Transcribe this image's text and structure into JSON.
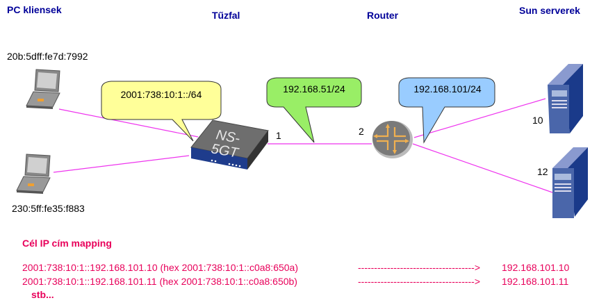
{
  "headings": {
    "pc_clients": "PC kliensek",
    "firewall": "Tűzfal",
    "router": "Router",
    "servers": "Sun serverek"
  },
  "clients": [
    {
      "address": "20b:5dff:fe7d:7992",
      "icon": "laptop-icon"
    },
    {
      "address": "230:5ff:fe35:f883",
      "icon": "laptop-icon"
    }
  ],
  "firewall_device": {
    "label_line1": "NS-",
    "label_line2": "5GT",
    "icon": "firewall-appliance-icon"
  },
  "router_device": {
    "icon": "router-icon"
  },
  "servers": [
    {
      "number": "10",
      "icon": "server-tower-icon"
    },
    {
      "number": "12",
      "icon": "server-tower-icon"
    }
  ],
  "ports": {
    "firewall_port": "1",
    "router_port": "2"
  },
  "bubbles": {
    "ipv6_prefix": {
      "text": "2001:738:10:1::/64",
      "color": "#ffff99"
    },
    "transit_net": {
      "text": "192.168.51/24",
      "color": "#99ee66"
    },
    "server_net": {
      "text": "192.168.101/24",
      "color": "#99ccff"
    }
  },
  "colors": {
    "link": "#ee33ee",
    "heading": "#000099",
    "mapping": "#e8005a"
  },
  "mapping": {
    "title": "Cél IP cím mapping",
    "rows": [
      {
        "source": "2001:738:10:1::192.168.101.10 (hex 2001:738:10:1::c0a8:650a)",
        "arrow": "------------------------------------>",
        "target": "192.168.101.10"
      },
      {
        "source": "2001:738:10:1::192.168.101.11 (hex 2001:738:10:1::c0a8:650b)",
        "arrow": "------------------------------------>",
        "target": "192.168.101.11"
      }
    ],
    "etc": "stb..."
  }
}
